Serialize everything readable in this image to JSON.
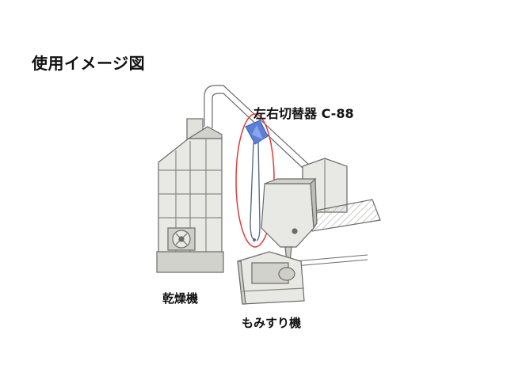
{
  "title": "使用イメージ図",
  "labels": {
    "switcher": "左右切替器 C-88",
    "dryer": "乾燥機",
    "huller": "もみすり機"
  },
  "colors": {
    "line": "#6b6b6b",
    "fill_light": "#e8e8e4",
    "fill_mid": "#d2d2cc",
    "fill_dark": "#bdbdb6",
    "highlight_part": "#5b7fd6",
    "highlight_circle": "#e03a3a"
  }
}
